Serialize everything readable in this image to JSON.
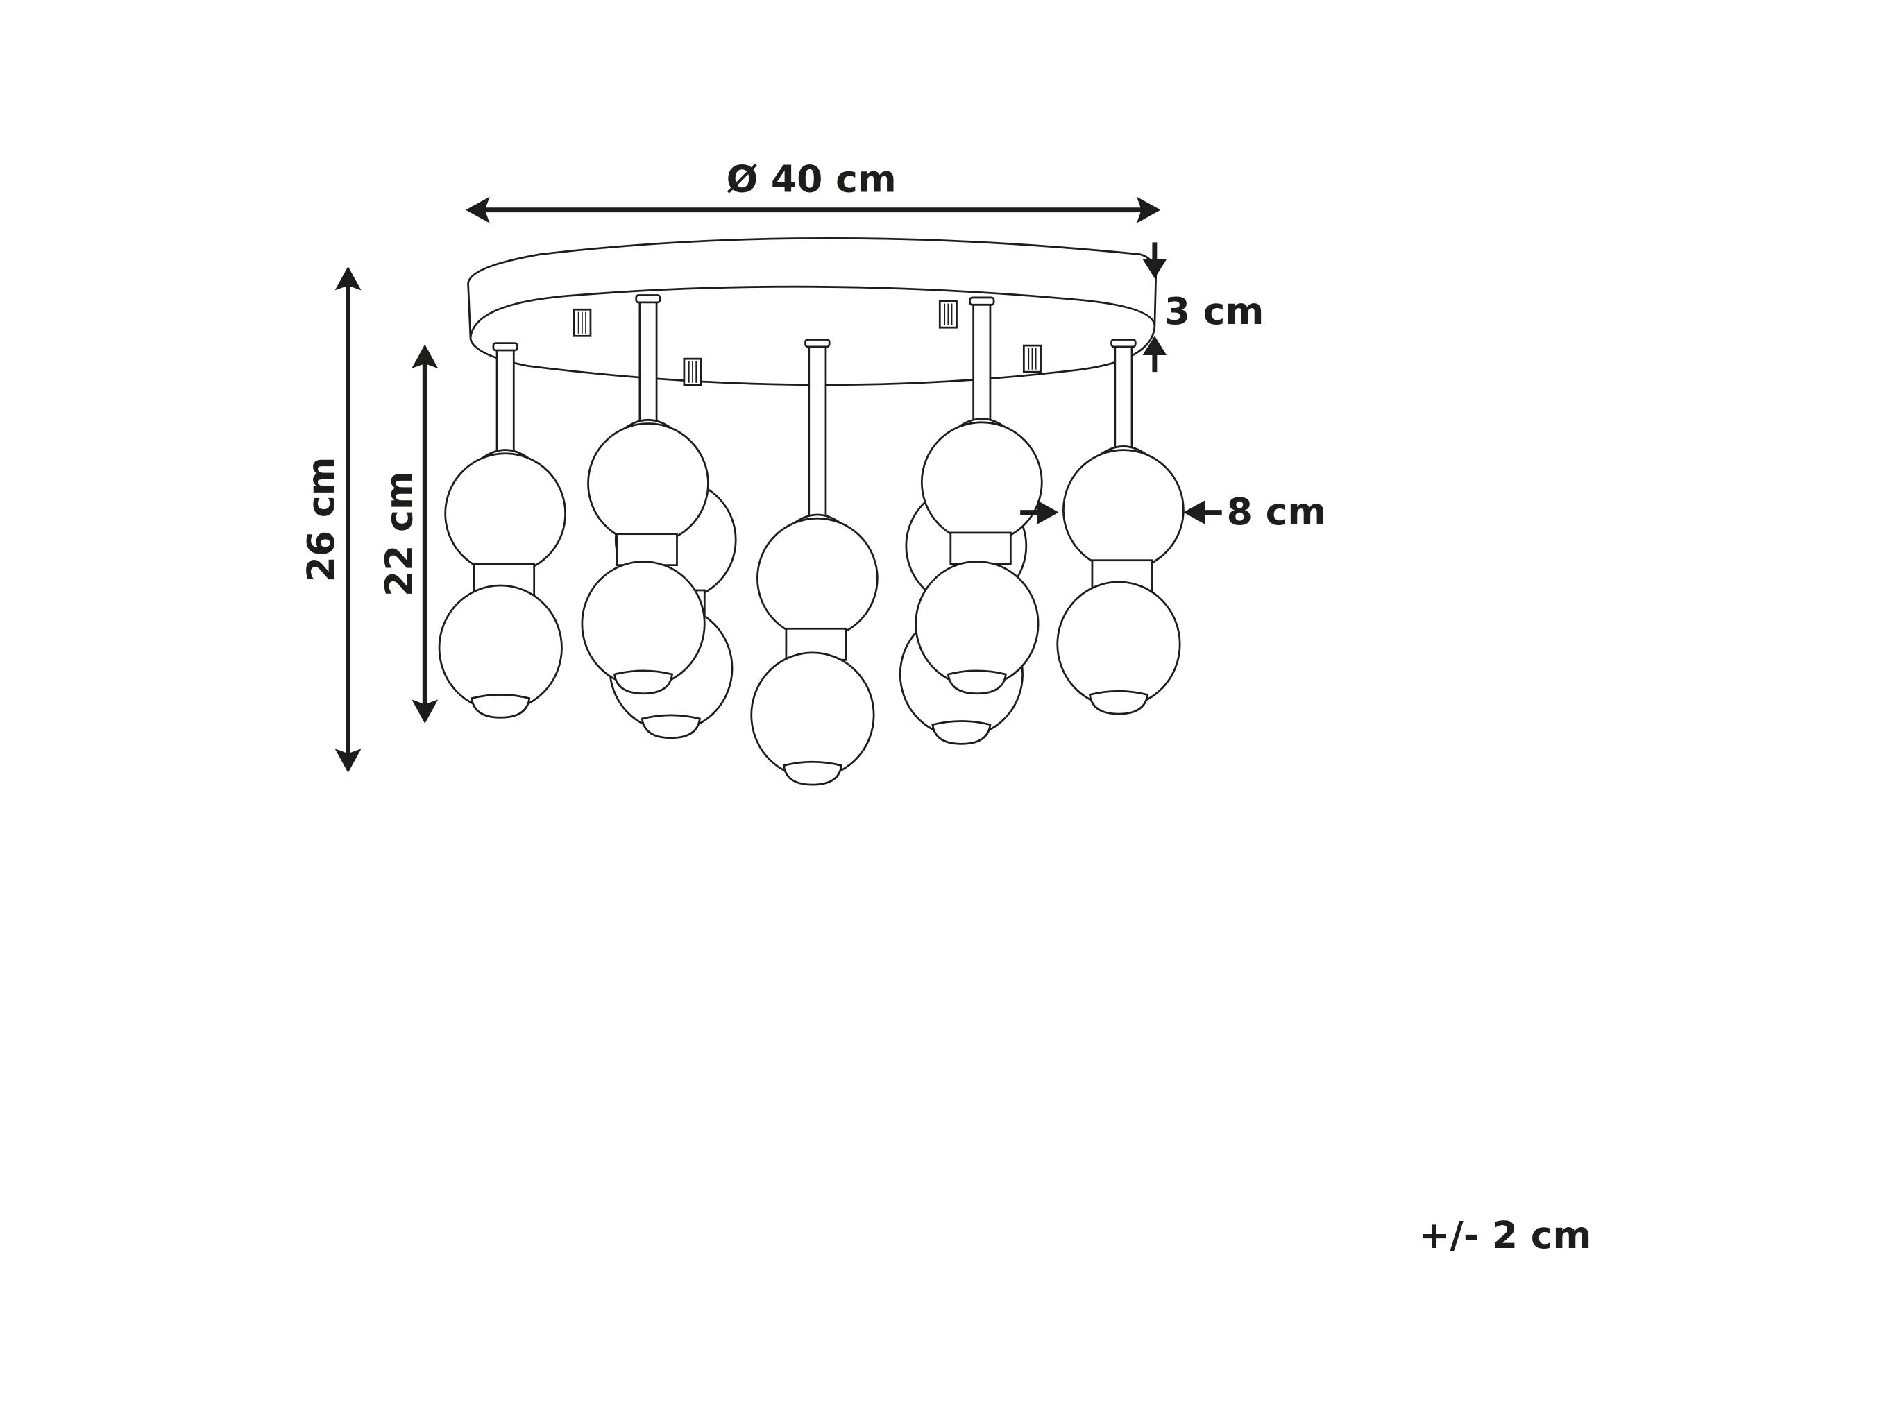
{
  "labels": {
    "diameter": "Ø 40 cm",
    "canopy_height": "3 cm",
    "total_height": "26 cm",
    "pendant_height": "22 cm",
    "globe_width": "8 cm",
    "tolerance": "+/- 2 cm"
  },
  "colors": {
    "line": "#1d1d1b",
    "background": "#ffffff"
  }
}
